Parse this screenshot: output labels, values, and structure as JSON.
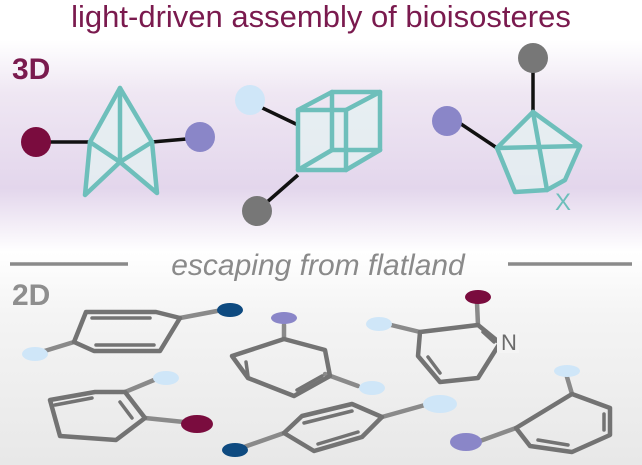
{
  "title": "light-driven assembly of bioisosteres",
  "section_3d_label": "3D",
  "section_2d_label": "2D",
  "divider_text": "escaping from flatland",
  "heteroatom_x": "X",
  "heteroatom_n": "N",
  "colors": {
    "title": "#7a1a4e",
    "scaffold_teal": "#6ebfbb",
    "aryl_gray": "#737373",
    "substituent_maroon": "#7a0c3e",
    "substituent_purple": "#8a86c8",
    "substituent_lightblue": "#cfe6f8",
    "substituent_gray": "#777777",
    "substituent_navy": "#0e4a80",
    "band_3d": "#e7dcee",
    "band_2d": "#eeeeee"
  }
}
